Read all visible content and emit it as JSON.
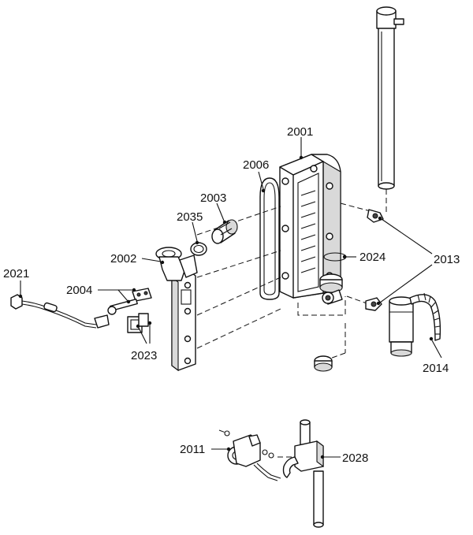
{
  "labels": {
    "p2001": "2001",
    "p2002": "2002",
    "p2003": "2003",
    "p2004": "2004",
    "p2006": "2006",
    "p2011": "2011",
    "p2013": "2013",
    "p2014": "2014",
    "p2021": "2021",
    "p2023": "2023",
    "p2024": "2024",
    "p2028": "2028",
    "p2035": "2035"
  }
}
